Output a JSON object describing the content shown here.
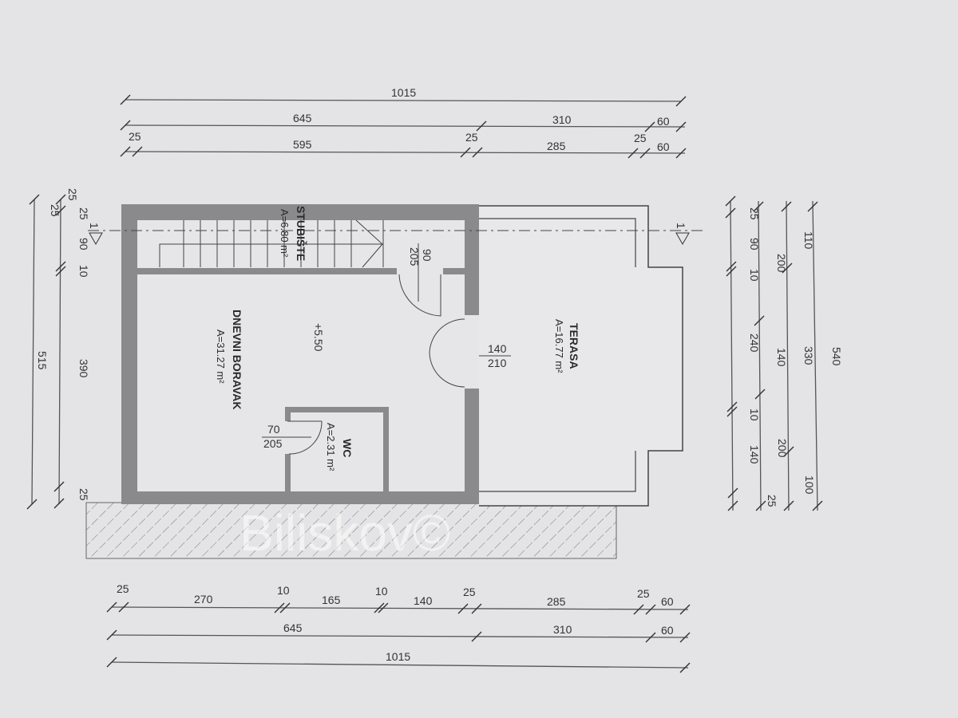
{
  "watermark": "Biliskov©",
  "rooms": {
    "stairs": {
      "name": "STUBIŠTE",
      "area": "A=6.80 m²"
    },
    "living": {
      "name": "DNEVNI BORAVAK",
      "area": "A=31.27 m²"
    },
    "wc": {
      "name": "WC",
      "area": "A=2.31 m²"
    },
    "terrace": {
      "name": "TERASA",
      "area": "A=16.77 m²"
    }
  },
  "level": "+5.50",
  "section_marker": "1",
  "doors": {
    "stairs_door": {
      "width": "90",
      "height": "205"
    },
    "terrace_door": {
      "width": "140",
      "height": "210"
    },
    "wc_door": {
      "width": "70",
      "height": "205"
    }
  },
  "dims": {
    "top": {
      "row1": [
        "1015"
      ],
      "row2": [
        "645",
        "310",
        "60"
      ],
      "row3": [
        "25",
        "595",
        "25",
        "285",
        "25",
        "60"
      ]
    },
    "bottom": {
      "row1": [
        "25",
        "270",
        "10",
        "165",
        "10",
        "140",
        "25",
        "285",
        "25",
        "60"
      ],
      "row2": [
        "645",
        "310",
        "60"
      ],
      "row3": [
        "1015"
      ]
    },
    "left": {
      "outer": [
        "515"
      ],
      "inner": [
        "25",
        "25",
        "25",
        "90",
        "10",
        "390",
        "25"
      ]
    },
    "right": {
      "col1": [
        "25",
        "90",
        "10",
        "240",
        "10",
        "140",
        "25"
      ],
      "col2": [
        "200",
        "140",
        "200"
      ],
      "col3": [
        "110",
        "330",
        "100"
      ],
      "col4": [
        "540"
      ]
    }
  }
}
